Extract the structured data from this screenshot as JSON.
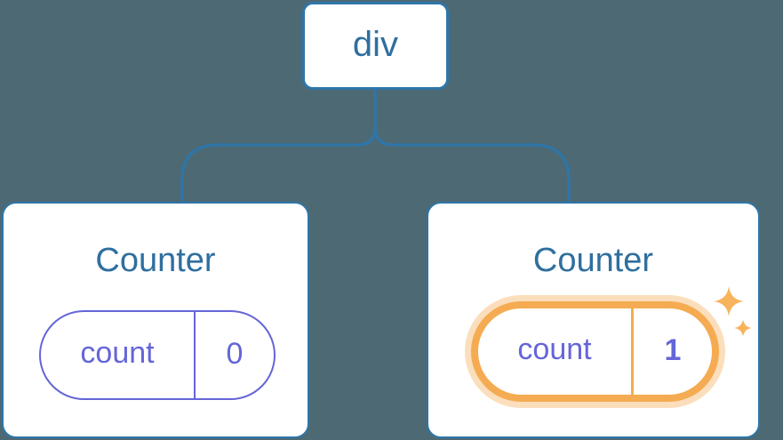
{
  "root_node": {
    "label": "div"
  },
  "counters": [
    {
      "title": "Counter",
      "state": {
        "key": "count",
        "value": "0"
      },
      "highlighted": false
    },
    {
      "title": "Counter",
      "state": {
        "key": "count",
        "value": "1"
      },
      "highlighted": true
    }
  ],
  "icons": {
    "sparkle": "sparkle-icon"
  },
  "colors": {
    "background": "#4d6974",
    "connector": "#2e76a8",
    "node_text": "#2f6f9f",
    "state": "#6565d9",
    "highlight": "#f5ab52",
    "highlight_glow": "rgba(246, 173, 85, 0.40)",
    "sparkle": "#f8b45c",
    "card": "#ffffff"
  }
}
